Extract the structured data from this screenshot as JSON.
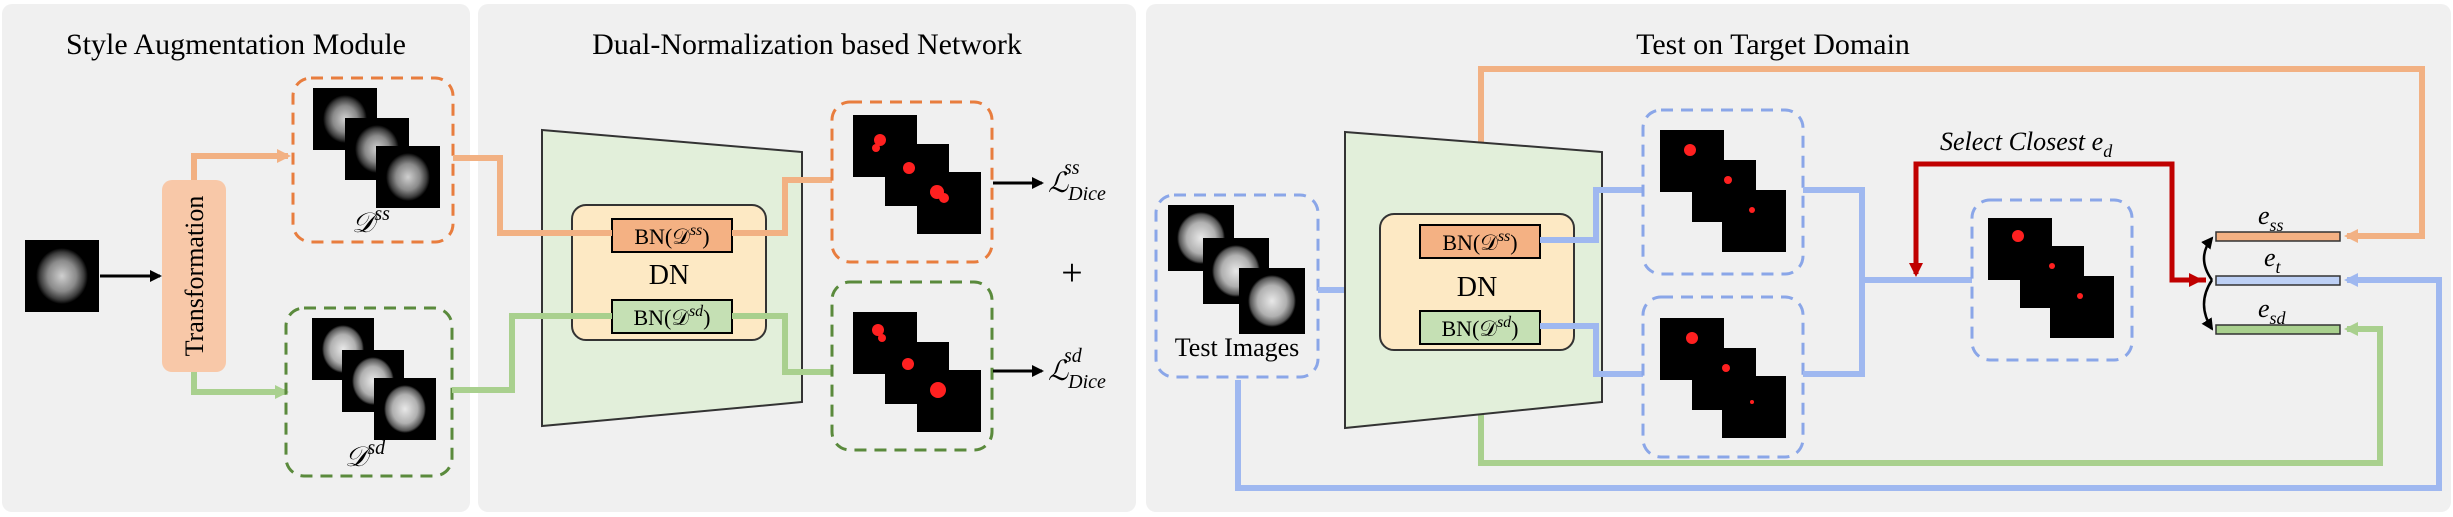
{
  "panels": {
    "style_aug_title": "Style Augmentation Module",
    "dual_norm_title": "Dual-Normalization based Network",
    "test_title": "Test on Target Domain"
  },
  "labels": {
    "transformation": "Transformation",
    "d_ss": "𝒟",
    "d_ss_sup": "ss",
    "d_sd": "𝒟",
    "d_sd_sup": "sd",
    "dn": "DN",
    "bn_ss_left": "BN(𝒟",
    "bn_ss_sup": "ss",
    "bn_close": ")",
    "bn_sd_left": "BN(𝒟",
    "bn_sd_sup": "sd",
    "loss_main": "ℒ",
    "loss_sub": "Dice",
    "loss_ss_sup": "ss",
    "loss_sd_sup": "sd",
    "plus": "+",
    "test_images": "Test Images",
    "select_closest": "Select Closest e",
    "select_closest_sub": "d",
    "e_main": "e",
    "e_ss_sub": "ss",
    "e_t_sub": "t",
    "e_sd_sub": "sd"
  },
  "colors": {
    "panel_bg": "#f0f0f0",
    "orange": "#f2b183",
    "orange_dash": "#e87d3e",
    "green": "#a9d08e",
    "green_dash": "#5a8a3c",
    "blue": "#9fb8f0",
    "blue_dash": "#8aa6e8",
    "red": "#c00000",
    "transform_box": "#f8c8a8",
    "dn_box": "#fde9c4",
    "network_fill": "#e2efda",
    "bn_ss_fill": "#f4b183",
    "bn_sd_fill": "#c5e0b4"
  }
}
